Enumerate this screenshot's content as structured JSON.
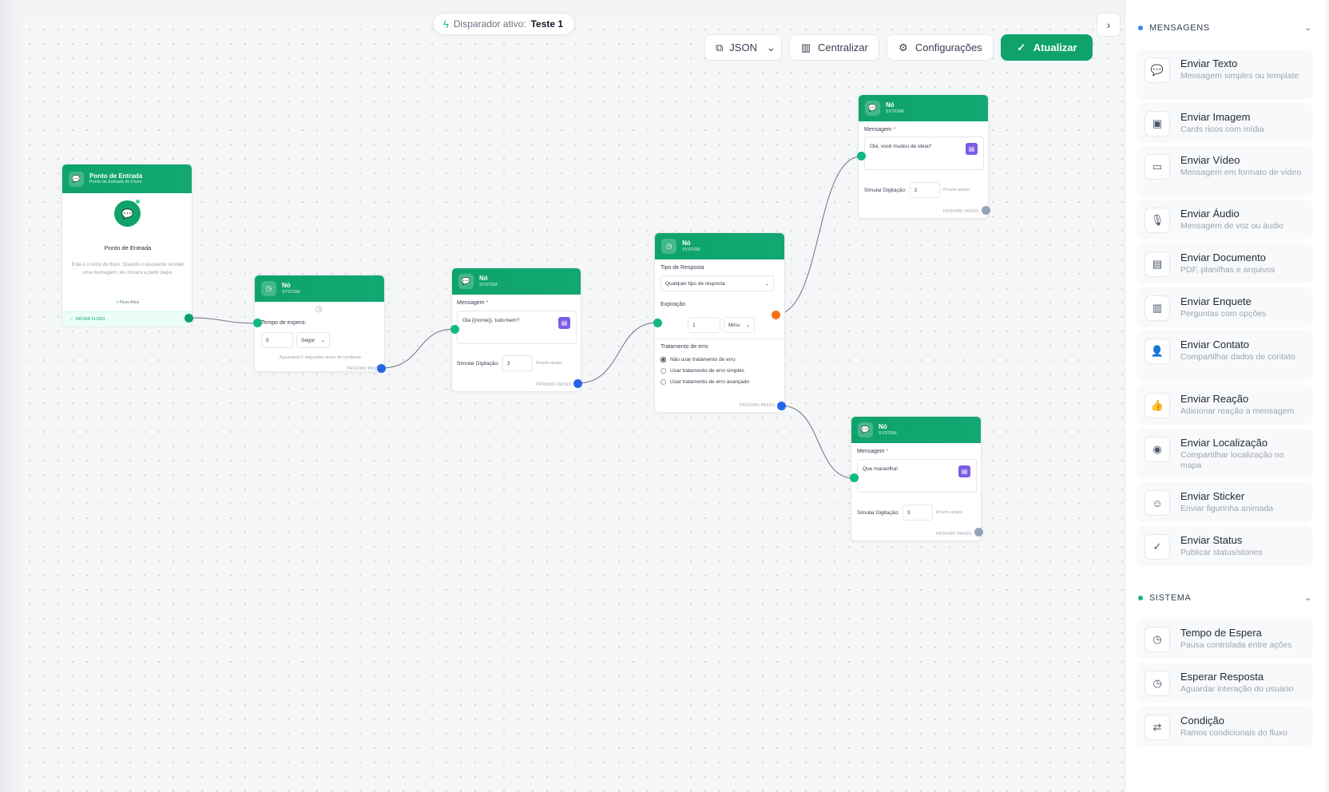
{
  "trigger": {
    "label": "Disparador ativo:",
    "value": "Teste 1"
  },
  "toolbar": {
    "json": "JSON",
    "center": "Centralizar",
    "settings": "Configurações",
    "update": "Atualizar"
  },
  "entry_node": {
    "title": "Ponto de Entrada",
    "subtitle": "Ponto de Entrada do Fluxo",
    "heading": "Ponto de Entrada",
    "description": "Este é o início do fluxo. Quando o assistente receber uma mensagem, ele iniciará a partir daqui.",
    "status": "Fluxo Ativo",
    "start": "INICIAR FLUXO"
  },
  "wait_node": {
    "title": "Nó",
    "subtitle": "SYSTEM",
    "label": "Tempo de espera:",
    "value": "5",
    "unit": "Segur",
    "hint": "Aguardará 5 segundos antes de continuar",
    "next": "PRÓXIMO PASSO"
  },
  "msg_node_1": {
    "title": "Nó",
    "subtitle": "SYSTEM",
    "label": "Mensagem",
    "text": "Olá {{nome}}, tudo bem?",
    "typing_label": "Simular Digitação:",
    "typing_value": "3",
    "typing_hint": "0=sem atraso",
    "next": "PRÓXIMO PASSO"
  },
  "response_node": {
    "title": "Nó",
    "subtitle": "SYSTEM",
    "type_label": "Tipo de Resposta",
    "type_value": "Qualquer tipo de resposta",
    "exp_label": "Expiração",
    "exp_value": "1",
    "exp_unit": "Minu",
    "err_label": "Tratamento de erro",
    "opts": [
      "Não usar tratamento de erro",
      "Usar tratamento de erro simples",
      "Usar tratamento de erro avançado"
    ],
    "next": "PRÓXIMO PASSO"
  },
  "msg_node_2": {
    "title": "Nó",
    "subtitle": "SYSTEM",
    "label": "Mensagem",
    "text": "Olá, você mudou de ideia?",
    "typing_label": "Simular Digitação:",
    "typing_value": "2",
    "typing_hint": "0=sem atraso",
    "next": "PRÓXIMO PASSO"
  },
  "msg_node_3": {
    "title": "Nó",
    "subtitle": "SYSTEM",
    "label": "Mensagem",
    "text": "Que maravilha!",
    "typing_label": "Simular Digitação:",
    "typing_value": "3",
    "typing_hint": "0=sem atraso",
    "next": "PRÓXIMO PASSO"
  },
  "sidebar": {
    "messages_title": "MENSAGENS",
    "messages": [
      {
        "title": "Enviar Texto",
        "desc": "Mensagem simples ou template",
        "icon": "chat-icon"
      },
      {
        "title": "Enviar Imagem",
        "desc": "Cards ricos com mídia",
        "icon": "image-icon"
      },
      {
        "title": "Enviar Vídeo",
        "desc": "Mensagem em formato de vídeo",
        "icon": "video-icon"
      },
      {
        "title": "Enviar Áudio",
        "desc": "Mensagem de voz ou áudio",
        "icon": "microphone-icon"
      },
      {
        "title": "Enviar Documento",
        "desc": "PDF, planilhas e arquivos",
        "icon": "document-icon"
      },
      {
        "title": "Enviar Enquete",
        "desc": "Perguntas com opções",
        "icon": "bar-chart-icon"
      },
      {
        "title": "Enviar Contato",
        "desc": "Compartilhar dados de contato",
        "icon": "user-icon"
      },
      {
        "title": "Enviar Reação",
        "desc": "Adicionar reação a mensagem",
        "icon": "thumbs-up-icon"
      },
      {
        "title": "Enviar Localização",
        "desc": "Compartilhar localização no mapa",
        "icon": "location-pin-icon"
      },
      {
        "title": "Enviar Sticker",
        "desc": "Enviar figurinha animada",
        "icon": "smile-icon"
      },
      {
        "title": "Enviar Status",
        "desc": "Publicar status/stories",
        "icon": "check-circle-icon"
      }
    ],
    "system_title": "SISTEMA",
    "system": [
      {
        "title": "Tempo de Espera",
        "desc": "Pausa controlada entre ações",
        "icon": "clock-icon"
      },
      {
        "title": "Esperar Resposta",
        "desc": "Aguardar interação do usuário",
        "icon": "clock-icon"
      },
      {
        "title": "Condição",
        "desc": "Ramos condicionais do fluxo",
        "icon": "arrows-icon"
      }
    ]
  },
  "colors": {
    "accent": "#0fa36b",
    "port_blue": "#2563eb",
    "port_orange": "#f97316",
    "doc_purple": "#7c5ce6"
  }
}
